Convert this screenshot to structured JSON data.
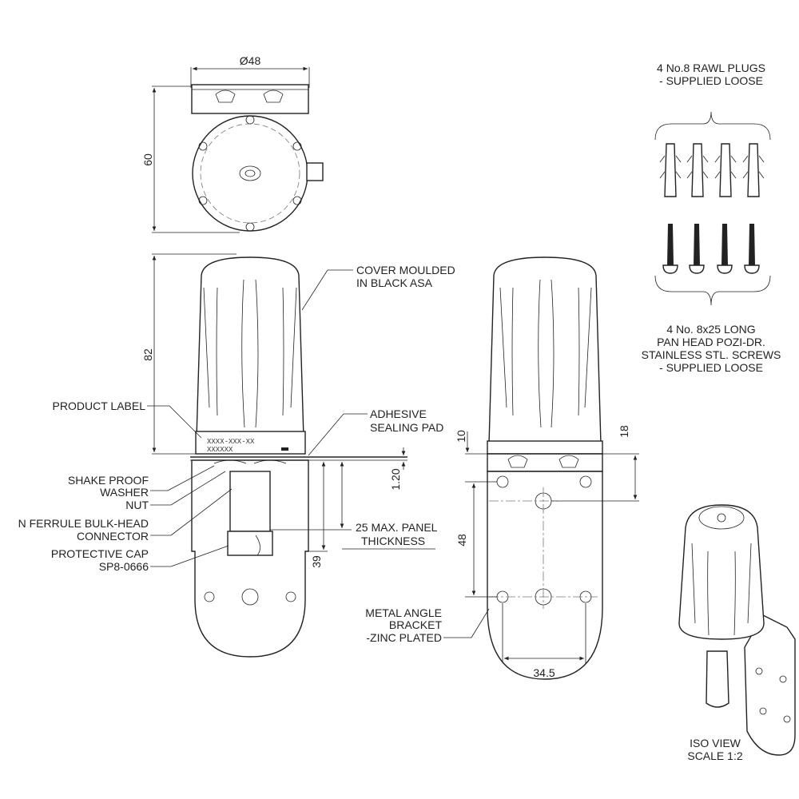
{
  "top_view": {
    "diameter_label": "Ø48",
    "height_label": "60"
  },
  "front_view": {
    "height_82": "82",
    "dim_1_20": "1.20",
    "dim_39": "39",
    "product_code_line1": "XXXX-XXX-XX",
    "product_code_line2": "XXXXXX"
  },
  "side_view": {
    "dim_10": "10",
    "dim_18": "18",
    "dim_48": "48",
    "dim_34_5": "34.5"
  },
  "callouts": {
    "cover": [
      "COVER MOULDED",
      "IN BLACK ASA"
    ],
    "product_label": "PRODUCT LABEL",
    "adhesive": [
      "ADHESIVE",
      "SEALING PAD"
    ],
    "washer": [
      "SHAKE PROOF",
      "WASHER"
    ],
    "nut": "NUT",
    "connector": [
      "N FERRULE BULK-HEAD",
      "CONNECTOR"
    ],
    "panel": [
      "25 MAX. PANEL",
      "THICKNESS"
    ],
    "cap": [
      "PROTECTIVE CAP",
      "SP8-0666"
    ],
    "bracket": [
      "METAL ANGLE",
      "BRACKET",
      "-ZINC PLATED"
    ]
  },
  "accessories": {
    "plugs": [
      "4 No.8 RAWL PLUGS",
      "- SUPPLIED LOOSE"
    ],
    "screws": [
      "4 No. 8x25 LONG",
      "PAN HEAD POZI-DR.",
      "STAINLESS STL. SCREWS",
      "- SUPPLIED LOOSE"
    ]
  },
  "iso_view": [
    "ISO VIEW",
    "SCALE 1:2"
  ]
}
